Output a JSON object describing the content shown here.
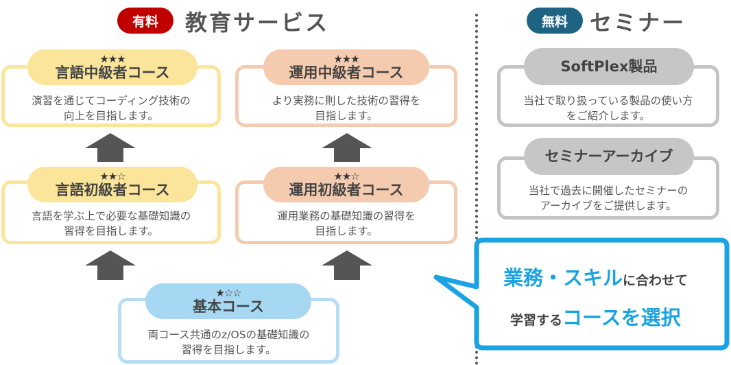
{
  "paid_section": {
    "tag": "有料",
    "title": "教育サービス",
    "tag_color": "#c00000"
  },
  "free_section": {
    "tag": "無料",
    "title": "セミナー",
    "tag_color": "#1f6382"
  },
  "courses": {
    "lang_mid": {
      "stars": "★★★",
      "name": "言語中級者コース",
      "desc1": "演習を通じてコーディング技術の",
      "desc2": "向上を目指します。"
    },
    "ops_mid": {
      "stars": "★★★",
      "name": "運用中級者コース",
      "desc1": "より実務に則した技術の習得を",
      "desc2": "目指します。"
    },
    "lang_basic": {
      "stars": "★★☆",
      "name": "言語初級者コース",
      "desc1": "言語を学ぶ上で必要な基礎知識の",
      "desc2": "習得を目指します。"
    },
    "ops_basic": {
      "stars": "★★☆",
      "name": "運用初級者コース",
      "desc1": "運用業務の基礎知識の習得を",
      "desc2": "目指します。"
    },
    "basic": {
      "stars": "★☆☆",
      "name": "基本コース",
      "desc1": "両コース共通のz/OSの基礎知識の",
      "desc2": "習得を目指します。"
    }
  },
  "seminars": {
    "products": {
      "name": "SoftPlex製品",
      "desc1": "当社で取り扱っている製品の使い方",
      "desc2": "をご紹介します。"
    },
    "archive": {
      "name": "セミナーアーカイブ",
      "desc1": "当社で過去に開催したセミナーの",
      "desc2": "アーカイブをご提供します。"
    }
  },
  "callout": {
    "line1_highlight": "業務・スキル",
    "line1_rest": "に合わせて",
    "line2_rest": "学習する",
    "line2_highlight": "コースを選択"
  },
  "colors": {
    "accent_blue": "#1aa3e2",
    "arrow": "#555555"
  }
}
